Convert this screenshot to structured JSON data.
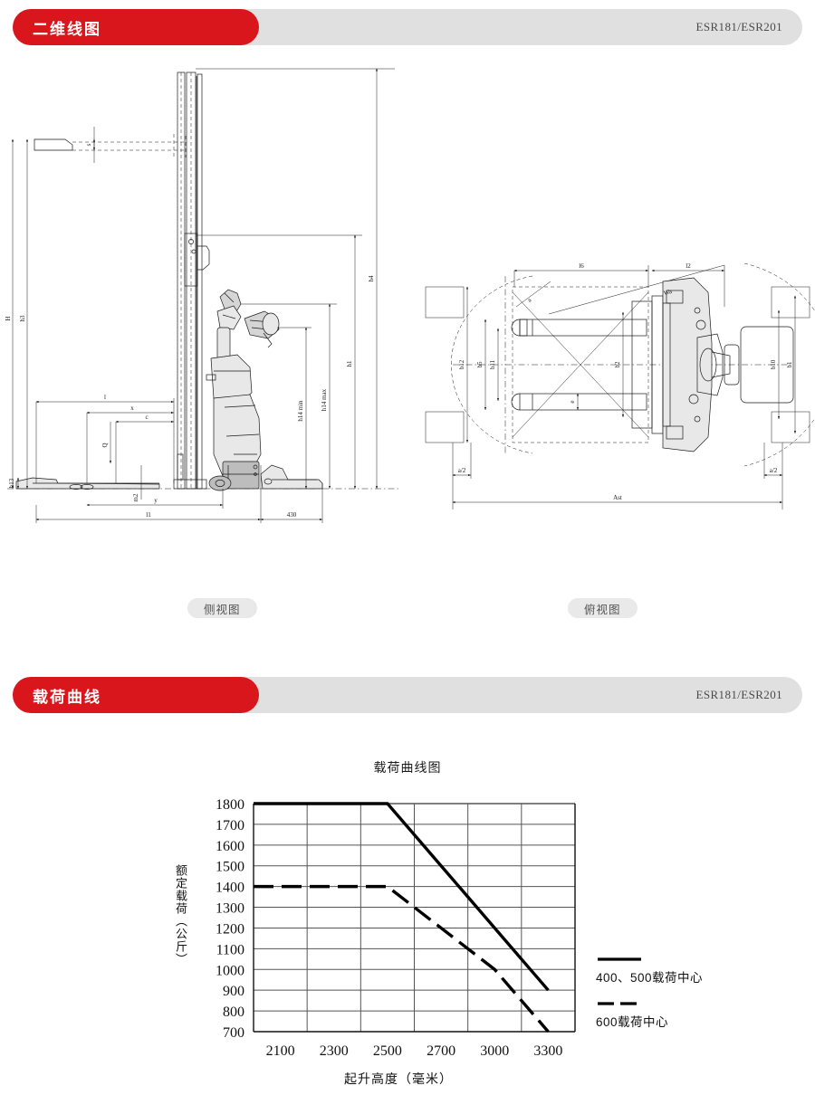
{
  "sections": [
    {
      "tag": "二维线图",
      "model": "ESR181/ESR201"
    },
    {
      "tag": "载荷曲线",
      "model": "ESR181/ESR201"
    }
  ],
  "drawings": {
    "side_view": {
      "caption": "侧视图",
      "dimension_labels": [
        "H",
        "h3",
        "s",
        "h4",
        "h1",
        "h14 max",
        "h14 min",
        "h13",
        "l",
        "x",
        "c",
        "Q",
        "m2",
        "y",
        "l1",
        "430"
      ]
    },
    "top_view": {
      "caption": "俯视图",
      "dimension_labels": [
        "l6",
        "l2",
        "Wa",
        "b12",
        "b5",
        "b11",
        "b2",
        "b10",
        "b1",
        "e",
        "a/2",
        "Ast"
      ]
    }
  },
  "chart_data": {
    "type": "line",
    "title": "载荷曲线图",
    "xlabel": "起升高度（毫米）",
    "ylabel": "额定载荷（公斤）",
    "grid": true,
    "legend_position": "right",
    "x_ticks": [
      "2100",
      "2300",
      "2500",
      "2700",
      "3000",
      "3300"
    ],
    "y_ticks": [
      "700",
      "800",
      "900",
      "1000",
      "1100",
      "1200",
      "1300",
      "1400",
      "1500",
      "1600",
      "1700",
      "1800"
    ],
    "ylim": [
      700,
      1800
    ],
    "series": [
      {
        "name": "400、500载荷中心",
        "style": "solid",
        "color": "#000000",
        "x": [
          "1900",
          "2100",
          "2300",
          "2500",
          "2700",
          "3000",
          "3300"
        ],
        "values": [
          1800,
          1800,
          1800,
          1800,
          1500,
          1200,
          900
        ]
      },
      {
        "name": "600载荷中心",
        "style": "dashed",
        "color": "#000000",
        "x": [
          "1900",
          "2100",
          "2300",
          "2500",
          "2700",
          "3000",
          "3300"
        ],
        "values": [
          1400,
          1400,
          1400,
          1400,
          1200,
          1000,
          700
        ]
      }
    ]
  },
  "legend": {
    "items": [
      {
        "label": "400、500载荷中心",
        "style": "solid"
      },
      {
        "label": "600载荷中心",
        "style": "dashed"
      }
    ]
  },
  "colors": {
    "brand_red": "#d9161c",
    "header_grey": "#e0e0e0",
    "caption_grey": "#e9e9e9"
  }
}
